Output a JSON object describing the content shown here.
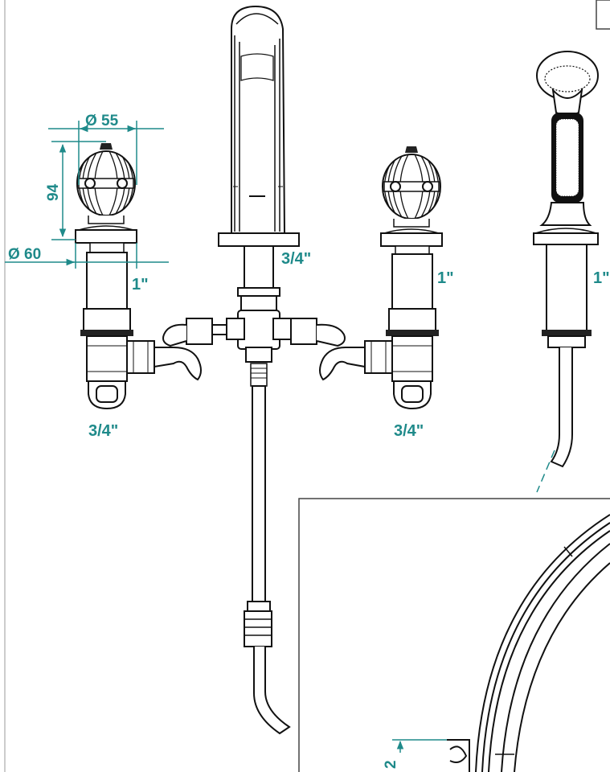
{
  "colors": {
    "line": "#1a1a1a",
    "dimension": "#1f8a8a",
    "label": "#1f8a8a",
    "background": "#ffffff"
  },
  "dimensions": {
    "knob_diameter": "Ø 55",
    "base_diameter": "Ø 60",
    "knob_height": "94",
    "left_valve_thread": "1\"",
    "left_inlet": "3/4\"",
    "spout_thread": "3/4\"",
    "right_valve_thread": "1\"",
    "right_inlet": "3/4\"",
    "handshower_thread": "1\"",
    "detail_dim": "2"
  }
}
